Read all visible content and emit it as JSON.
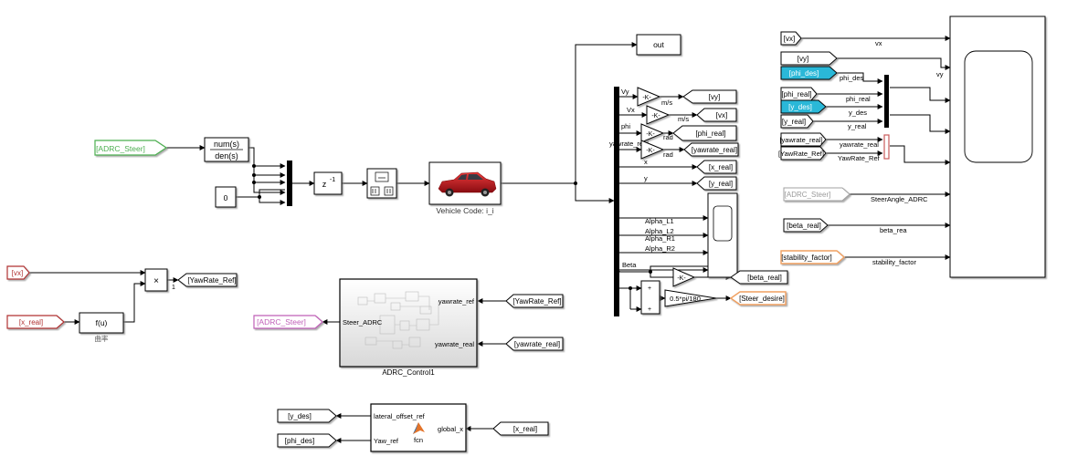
{
  "top": {
    "adrc_steer_from": "[ADRC_Steer]",
    "tf_num": "num(s)",
    "tf_den": "den(s)",
    "const_zero": "0",
    "delay_label": "z",
    "delay_exp": "-1",
    "vehicle_label": "Vehicle Code: i_i",
    "out_label": "out"
  },
  "demux": {
    "sig_vy": "Vy",
    "sig_vx": "Vx",
    "sig_phi": "phi",
    "sig_yawrate": "yawrate_real",
    "sig_x": "x",
    "sig_y": "y",
    "sig_alpha_l1": "Alpha_L1",
    "sig_alpha_r1": "Alpha_R1",
    "sig_alpha_l2": "Alpha_L2",
    "sig_alpha_r2": "Alpha_R2",
    "sig_beta": "Beta",
    "gain": "-K-",
    "unit_ms1": "m/s",
    "unit_ms2": "m/s",
    "unit_rad1": "rad",
    "unit_rad2": "rad",
    "goto_vy": "[vy]",
    "goto_vx": "[vx]",
    "goto_phi_real": "[phi_real]",
    "goto_yawrate_real": "[yawrate_real]",
    "goto_x_real": "[x_real]",
    "goto_y_real": "[y_real]",
    "goto_beta_real": "[beta_real]",
    "goto_steer_desire": "[Steer_desire]",
    "steer_gain": "0.5*pi/180",
    "plus1": "+",
    "plus2": "+"
  },
  "right": {
    "from_vx": "[vx]",
    "from_vy": "[vy]",
    "from_phi_des": "[phi_des]",
    "from_phi_real": "[phi_real]",
    "from_y_des": "[y_des]",
    "from_y_real": "[y_real]",
    "from_yawrate_real": "[yawrate_real]",
    "from_yawrate_ref": "[YawRate_Ref]",
    "from_adrc_steer": "[ADRC_Steer]",
    "from_beta_real": "[beta_real]",
    "from_stability": "[stability_factor]",
    "lbl_vx": "vx",
    "lbl_vy": "vy",
    "lbl_phi_des": "phi_des",
    "lbl_phi_real": "phi_real",
    "lbl_y_des": "y_des",
    "lbl_y_real": "y_real",
    "lbl_yawrate_real": "yawrate_real",
    "lbl_yawrate_ref": "YawRate_Ref",
    "lbl_steer_angle": "SteerAngle_ADRC",
    "lbl_beta": "beta_rea",
    "lbl_stability": "stability_factor"
  },
  "left": {
    "from_vx": "[vx]",
    "from_x_real": "[x_real]",
    "product": "×",
    "fcn_u": "f(u)",
    "curvature": "曲率",
    "goto_yawrate_ref": "[YawRate_Ref]",
    "port_one": "1"
  },
  "adrc": {
    "goto_adrc_steer": "[ADRC_Steer]",
    "port_steer": "Steer_ADRC",
    "port_yawrate_ref": "yawrate_ref",
    "port_yawrate_real": "yawrate_real",
    "from_yawrate_ref": "[YawRate_Ref]",
    "from_yawrate_real": "[yawrate_real]",
    "block_name": "ADRC_Control1"
  },
  "lateral": {
    "goto_y_des": "[y_des]",
    "goto_phi_des": "[phi_des]",
    "port_lateral": "lateral_offset_ref",
    "port_yaw": "Yaw_ref",
    "port_global": "global_x",
    "fcn_label": "fcn",
    "from_x_real": "[x_real]"
  },
  "colors": {
    "adrc_green": "#4caf50",
    "adrc_purple": "#c060b8",
    "left_red": "#b03030",
    "highlight_cyan": "#2ab8d8",
    "stability_orange": "#f0a060",
    "car_red": "#c8141e"
  }
}
